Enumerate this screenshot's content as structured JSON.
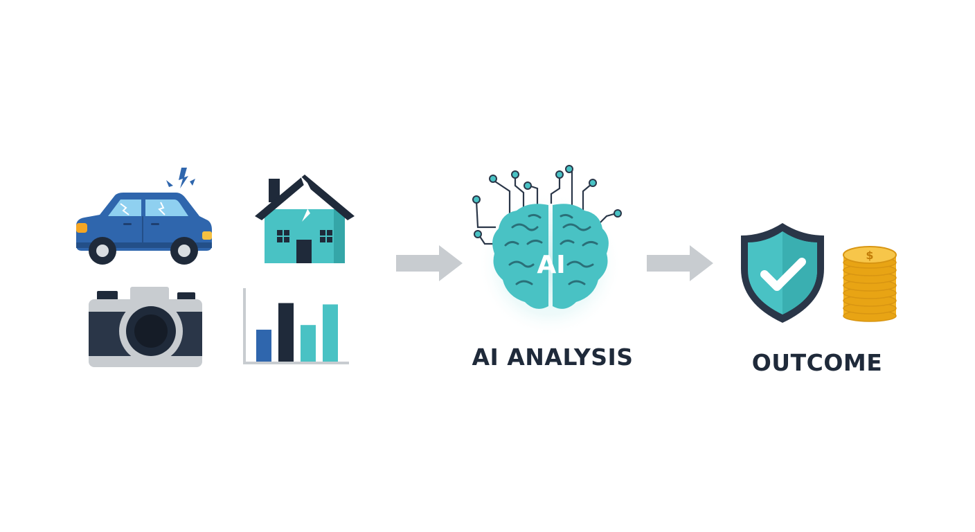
{
  "stages": {
    "analysis": {
      "brain_badge": "AI",
      "label": "AI ANALYSIS"
    },
    "outcome": {
      "label": "OUTCOME",
      "coin_symbol": "$"
    }
  },
  "icons": {
    "inputs": [
      "damaged-car-icon",
      "damaged-house-icon",
      "camera-icon",
      "bar-chart-icon"
    ],
    "analysis": "ai-brain-icon",
    "outcome": [
      "shield-check-icon",
      "coin-stack-icon"
    ],
    "connectors": [
      "arrow-right-icon",
      "arrow-right-icon"
    ]
  },
  "colors": {
    "blue": "#2f66ad",
    "teal": "#49c2c4",
    "navy": "#1f2a3a",
    "gold": "#f2b01e",
    "arrow_gray": "#c8ccd0"
  },
  "chart_data": {
    "type": "bar",
    "categories": [
      "",
      "",
      "",
      ""
    ],
    "values": [
      48,
      88,
      55,
      86
    ],
    "ylim": [
      0,
      100
    ]
  }
}
